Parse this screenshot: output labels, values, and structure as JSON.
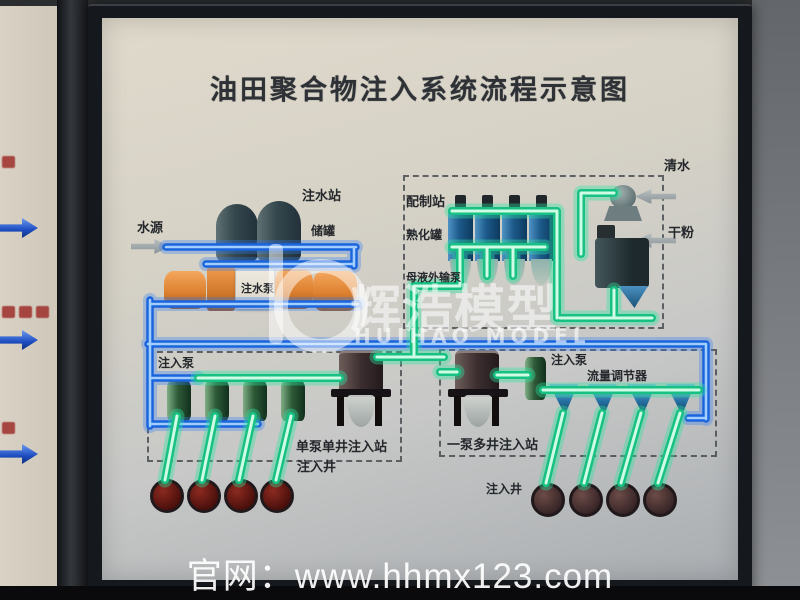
{
  "scene": {
    "footer_url": "官网：www.hhmx123.com",
    "watermark": {
      "cn": "辉浩模型",
      "en": "HUIHAO MODEL"
    }
  },
  "board": {
    "title": "油田聚合物注入系统流程示意图",
    "labels": {
      "water_source": "水源",
      "water_injection_station": "注水站",
      "storage_tank": "储罐",
      "water_injection_pump": "注水泵",
      "preparation_station": "配制站",
      "curing_tank": "熟化罐",
      "mother_liquor_transfer_pump": "母液外输泵",
      "clean_water": "清水",
      "dry_powder": "干粉",
      "injection_pump_left": "注入泵",
      "single_pump_single_well_station": "单泵单井注入站",
      "injection_well_left": "注入井",
      "injection_pump_right": "注入泵",
      "flow_regulator": "流量调节器",
      "one_pump_multi_well_station": "一泵多井注入站",
      "injection_well_right": "注入井"
    }
  },
  "colors": {
    "water_pipe": "#1f6fe8",
    "polymer_pipe": "#35e8a0",
    "board_surface": "#d6d2c6",
    "frame": "#15181c",
    "pump_orange": "#dd8130",
    "tank_blue": "#1c5a8a",
    "well_red": "#5a1414"
  }
}
